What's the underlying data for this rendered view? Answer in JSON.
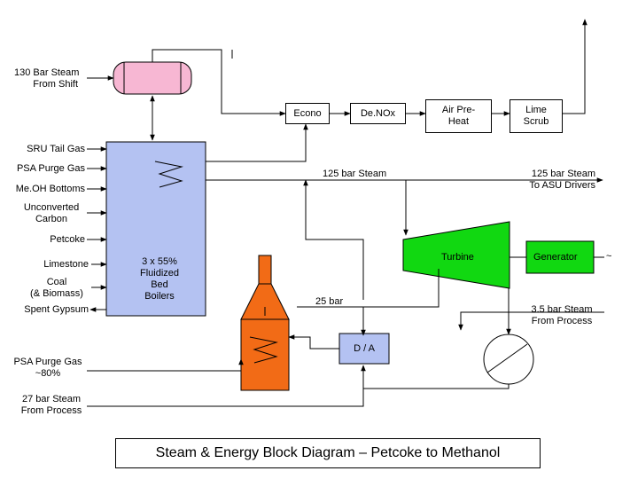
{
  "labels": {
    "steam130": [
      "130 Bar Steam",
      "From Shift"
    ],
    "econo": "Econo",
    "denox": "De.NOx",
    "airpre": [
      "Air Pre-",
      "Heat"
    ],
    "lime": [
      "Lime",
      "Scrub"
    ],
    "sru": "SRU Tail Gas",
    "psa": "PSA Purge Gas",
    "meoh": "Me.OH Bottoms",
    "unconv": [
      "Unconverted",
      "Carbon"
    ],
    "petcoke": "Petcoke",
    "limestone": "Limestone",
    "coal": [
      "Coal",
      "(& Biomass)"
    ],
    "gypsum": "Spent Gypsum",
    "boilers": [
      "3 x 55%",
      "Fluidized",
      "Bed",
      "Boilers"
    ],
    "steam125": "125 bar Steam",
    "steam125asu": [
      "125 bar Steam",
      "To ASU Drivers"
    ],
    "turbine": "Turbine",
    "generator": "Generator",
    "tilde": "~",
    "bar25": "25 bar",
    "steam35": [
      "3.5 bar Steam",
      "From Process"
    ],
    "da": "D / A",
    "psa80": [
      "PSA Purge Gas",
      "~80%"
    ],
    "steam27": [
      "27 bar Steam",
      "From Process"
    ]
  },
  "title": "Steam & Energy Block Diagram – Petcoke to Methanol",
  "colors": {
    "drum": "#f7b7d3",
    "boiler": "#b4c2f2",
    "turbine": "#11d811",
    "generator": "#11d811",
    "furnace": "#f26b16",
    "da": "#b4c2f2"
  }
}
